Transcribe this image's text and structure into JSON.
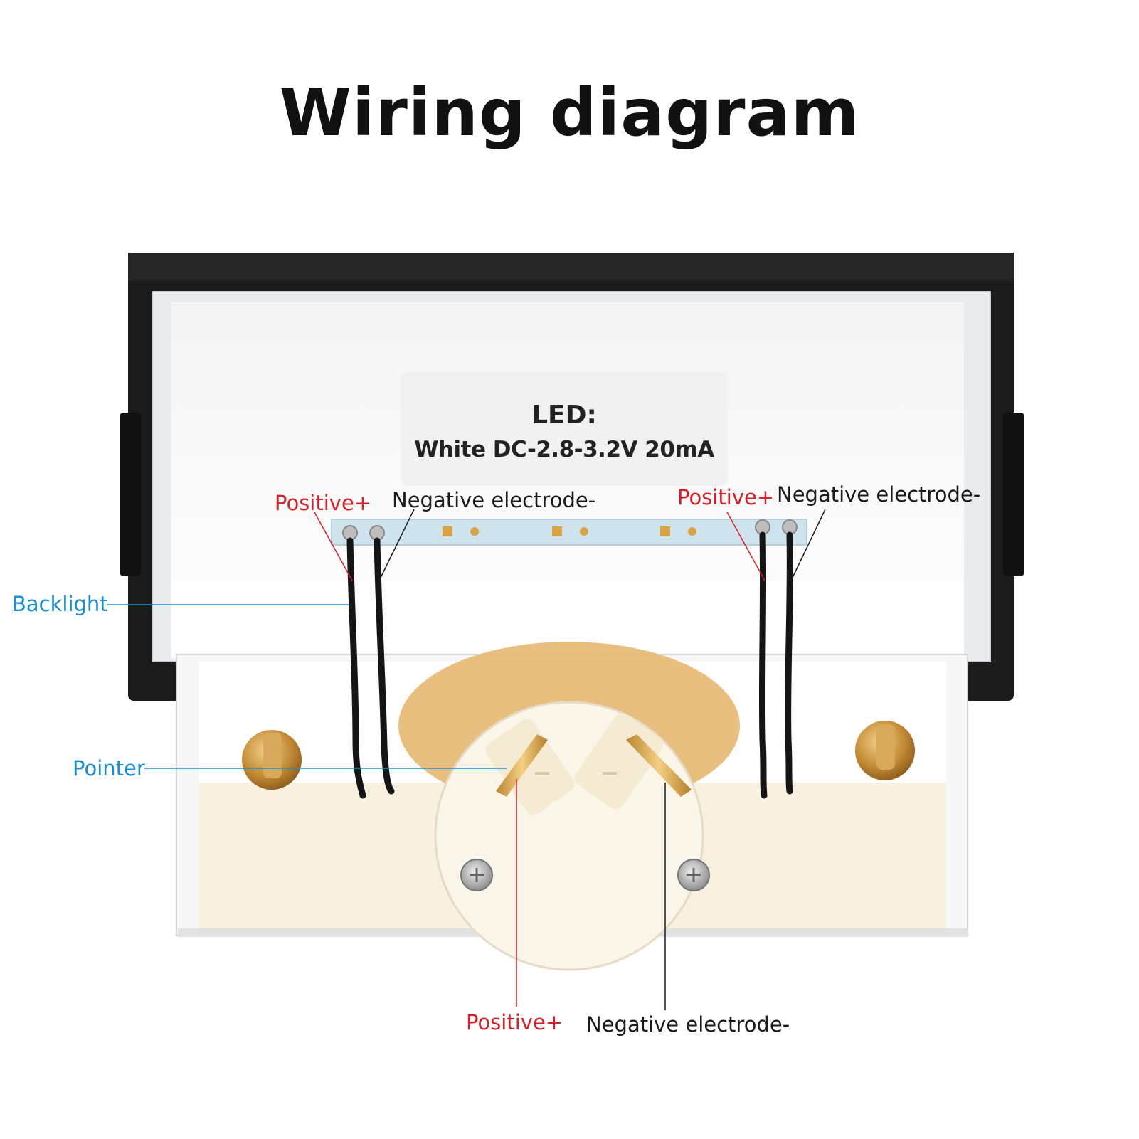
{
  "title": "Wiring diagram",
  "sticker": {
    "line1": "LED:",
    "line2": "White DC-2.8-3.2V 20mA"
  },
  "labels": {
    "backlight": "Backlight",
    "pointer": "Pointer",
    "positive_left": "Positive+",
    "negative_left": "Negative electrode-",
    "positive_right": "Positive+",
    "negative_right": "Negative electrode-",
    "positive_bottom": "Positive+",
    "negative_bottom": "Negative electrode-"
  },
  "colors": {
    "positive": "#d91f26",
    "negative": "#1a1a1a",
    "component": "#1a8fd0"
  }
}
